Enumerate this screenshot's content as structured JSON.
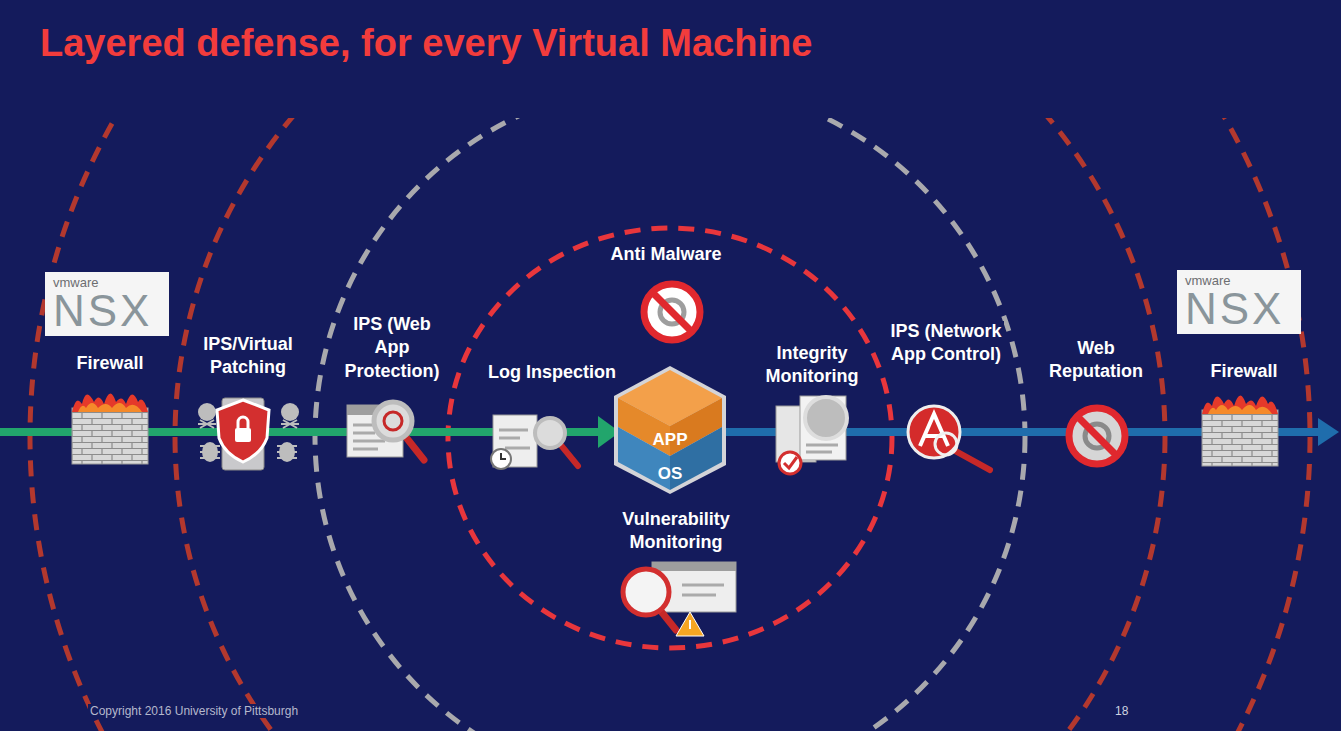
{
  "diagram": {
    "title": "Layered defense, for every Virtual Machine",
    "nodes": [
      {
        "text": [
          "vmware",
          "NSX"
        ]
      },
      {
        "text": [
          "APP",
          "OS"
        ]
      },
      {
        "text": [
          "vmware",
          "NSX"
        ]
      }
    ],
    "labels": [
      "Anti Malware",
      "Firewall",
      "IPS/Virtual Patching",
      "IPS (Web App Protection)",
      "Log Inspection",
      "Integrity Monitoring",
      "IPS (Network App Control)",
      "Web Reputation",
      "Firewall",
      "Vulnerability Monitoring",
      "Copyright 2016 University of Pittsburgh",
      "18"
    ]
  }
}
